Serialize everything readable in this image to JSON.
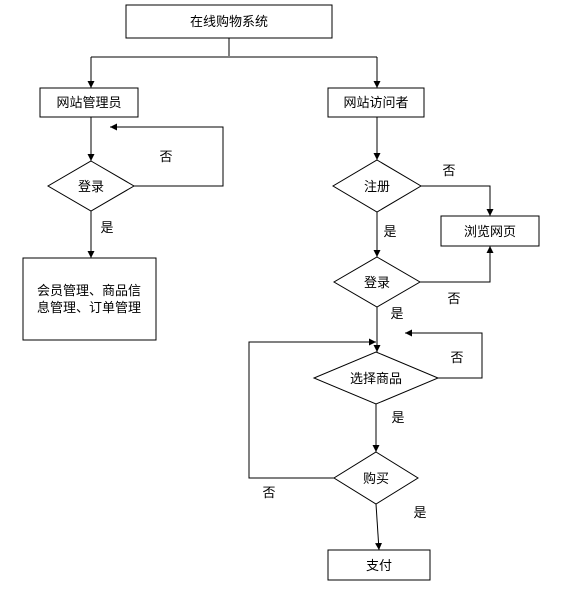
{
  "nodes": {
    "system": "在线购物系统",
    "admin": "网站管理员",
    "visitor": "网站访问者",
    "admin_login": "登录",
    "admin_functions_line1": "会员管理、商品信",
    "admin_functions_line2": "息管理、订单管理",
    "register": "注册",
    "browse": "浏览网页",
    "visitor_login": "登录",
    "select_goods": "选择商品",
    "buy": "购买",
    "pay": "支付"
  },
  "labels": {
    "yes": "是",
    "no": "否"
  }
}
